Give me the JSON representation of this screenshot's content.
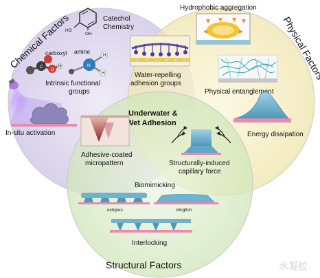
{
  "categories": {
    "chemical": "Chemical Factors",
    "physical": "Physical Factors",
    "structural": "Structural Factors"
  },
  "center": {
    "line1": "Underwater &",
    "line2": "Wet Adhesion"
  },
  "chemical": {
    "catechol_line1": "Catechol",
    "catechol_line2": "Chemistry",
    "oh1": "HO",
    "oh2": "OH",
    "carboxyl": "carboxyl",
    "amine": "amine",
    "atom_c": "C",
    "atom_o": "O",
    "atom_h": "H",
    "atom_n": "N",
    "intrinsic_line1": "Intrinsic functional",
    "intrinsic_line2": "groups",
    "insitu": "In-situ activation"
  },
  "physical": {
    "hydrophobic": "Hydrophobic aggregation",
    "water_line1": "Water-repelling",
    "water_line2": "adhesion groups",
    "entanglement": "Physical entanglement",
    "dissipation": "Energy dissipation"
  },
  "structural": {
    "adhesive_line1": "Adhesive-coated",
    "adhesive_line2": "micropattern",
    "capillary_line1": "Structurally-induced",
    "capillary_line2": "capillary force",
    "biomimicking": "Biomimicking",
    "octopus": "octopus",
    "clingfish": "clingfish",
    "interlocking": "Interlocking"
  },
  "watermark": "水凝胶",
  "colors": {
    "chemical_fill": "#d9d2ea",
    "physical_fill": "#f4eec4",
    "structural_fill": "#dcecc9",
    "outline": "#bdbdbd",
    "substrate": "#e88bb3",
    "blue_part": "#6fb3cf"
  }
}
